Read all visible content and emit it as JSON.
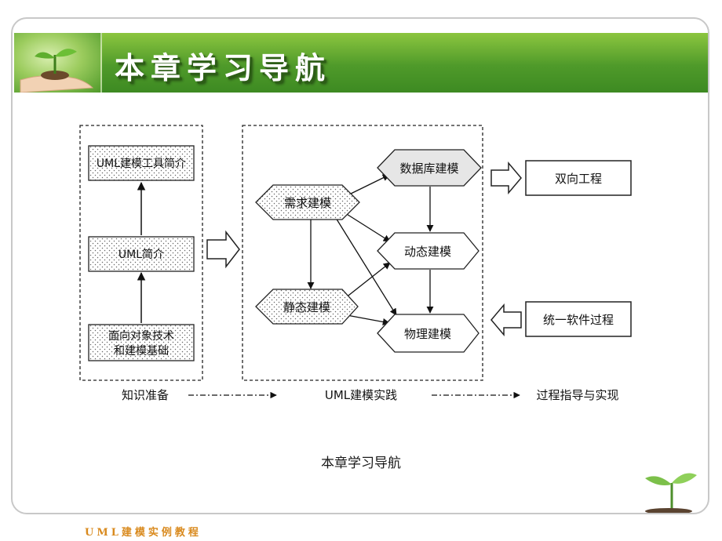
{
  "header": {
    "title": "本章学习导航"
  },
  "diagram": {
    "prep": {
      "tools_intro": "UML建模工具简介",
      "uml_intro": "UML简介",
      "oo_basics_line1": "面向对象技术",
      "oo_basics_line2": "和建模基础"
    },
    "practice": {
      "requirements": "需求建模",
      "database": "数据库建模",
      "dynamic": "动态建模",
      "static": "静态建模",
      "physical": "物理建模"
    },
    "right": {
      "roundtrip": "双向工程",
      "unified_process": "统一软件过程"
    },
    "stages": {
      "knowledge_prep": "知识准备",
      "uml_practice": "UML建模实践",
      "process_guidance": "过程指导与实现"
    }
  },
  "caption": "本章学习导航",
  "footer": "UML建模实例教程",
  "colors": {
    "header_green": "#4f9a2a",
    "footer_orange": "#d98a1e",
    "database_fill": "#e6e6e6"
  }
}
